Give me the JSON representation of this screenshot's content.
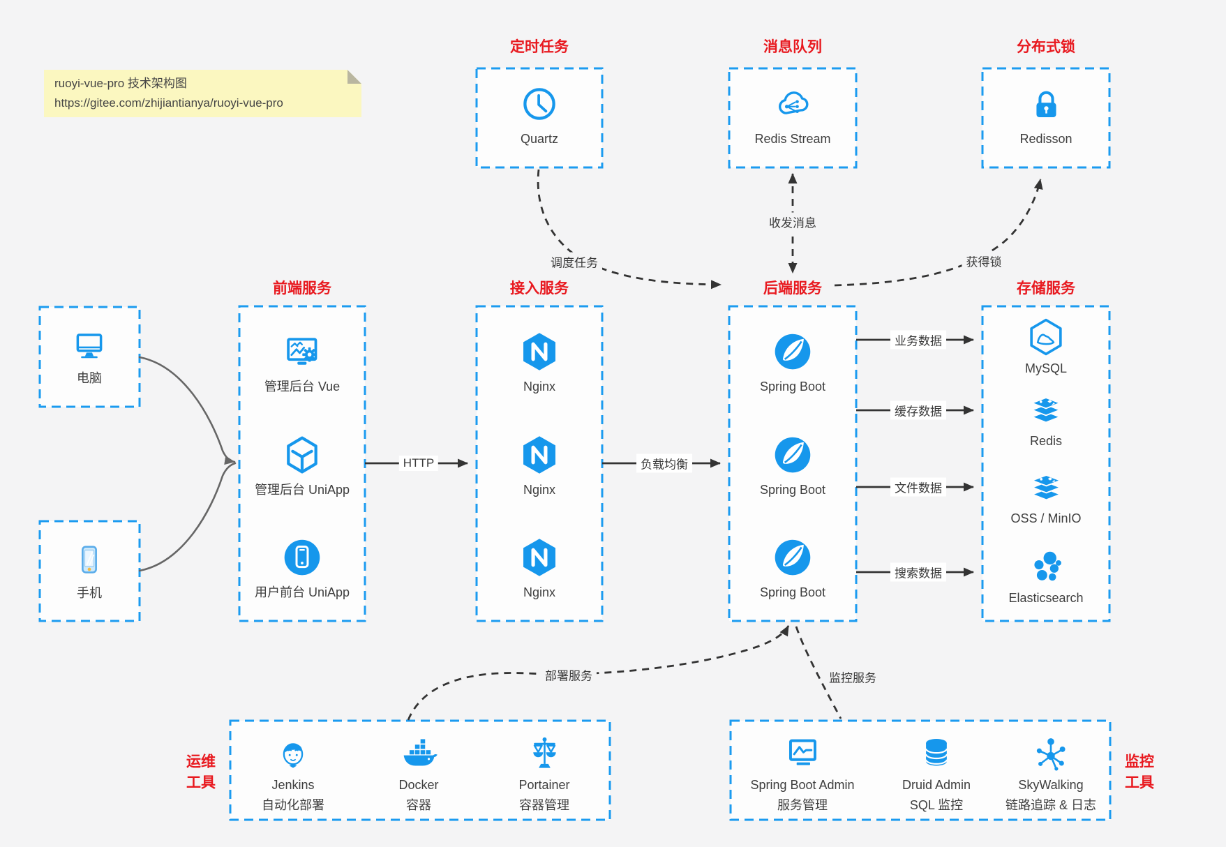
{
  "note": {
    "line1": "ruoyi-vue-pro 技术架构图",
    "line2": "https://gitee.com/zhijiantianya/ruoyi-vue-pro"
  },
  "colors": {
    "blue": "#1697ec",
    "red": "#e8191f",
    "ink": "#3e3e3e",
    "note_bg": "#fbf7c0",
    "page_bg": "#f4f4f5"
  },
  "top_services": [
    {
      "heading": "定时任务",
      "label": "Quartz",
      "icon": "clock-icon"
    },
    {
      "heading": "消息队列",
      "label": "Redis Stream",
      "icon": "cloud-stream-icon"
    },
    {
      "heading": "分布式锁",
      "label": "Redisson",
      "icon": "lock-icon"
    }
  ],
  "clients": [
    {
      "label": "电脑",
      "icon": "desktop-icon"
    },
    {
      "label": "手机",
      "icon": "phone-icon"
    }
  ],
  "columns": [
    {
      "heading": "前端服务",
      "items": [
        {
          "label": "管理后台 Vue",
          "icon": "admin-vue-icon"
        },
        {
          "label": "管理后台 UniApp",
          "icon": "uniapp-cube-icon"
        },
        {
          "label": "用户前台 UniApp",
          "icon": "user-uniapp-icon"
        }
      ]
    },
    {
      "heading": "接入服务",
      "items": [
        {
          "label": "Nginx",
          "icon": "nginx-icon"
        },
        {
          "label": "Nginx",
          "icon": "nginx-icon"
        },
        {
          "label": "Nginx",
          "icon": "nginx-icon"
        }
      ]
    },
    {
      "heading": "后端服务",
      "items": [
        {
          "label": "Spring Boot",
          "icon": "spring-boot-icon"
        },
        {
          "label": "Spring Boot",
          "icon": "spring-boot-icon"
        },
        {
          "label": "Spring Boot",
          "icon": "spring-boot-icon"
        }
      ]
    },
    {
      "heading": "存储服务",
      "items": [
        {
          "label": "MySQL",
          "icon": "mysql-icon"
        },
        {
          "label": "Redis",
          "icon": "redis-icon"
        },
        {
          "label": "OSS / MinIO",
          "icon": "oss-icon"
        },
        {
          "label": "Elasticsearch",
          "icon": "elasticsearch-icon"
        }
      ]
    }
  ],
  "bottom_groups": [
    {
      "side_label": [
        "运维",
        "工具"
      ],
      "items": [
        {
          "name": "Jenkins",
          "desc": "自动化部署",
          "icon": "jenkins-icon"
        },
        {
          "name": "Docker",
          "desc": "容器",
          "icon": "docker-icon"
        },
        {
          "name": "Portainer",
          "desc": "容器管理",
          "icon": "portainer-icon"
        }
      ]
    },
    {
      "side_label": [
        "监控",
        "工具"
      ],
      "items": [
        {
          "name": "Spring Boot Admin",
          "desc": "服务管理",
          "icon": "spring-boot-admin-icon"
        },
        {
          "name": "Druid Admin",
          "desc": "SQL 监控",
          "icon": "druid-icon"
        },
        {
          "name": "SkyWalking",
          "desc": "链路追踪 & 日志",
          "icon": "skywalking-icon"
        }
      ]
    }
  ],
  "connectors": {
    "http": "HTTP",
    "load_balance": "负载均衡",
    "business_data": "业务数据",
    "cache_data": "缓存数据",
    "file_data": "文件数据",
    "search_data": "搜索数据",
    "schedule_task": "调度任务",
    "send_receive_msg": "收发消息",
    "acquire_lock": "获得锁",
    "deploy_service": "部署服务",
    "monitor_service": "监控服务"
  }
}
